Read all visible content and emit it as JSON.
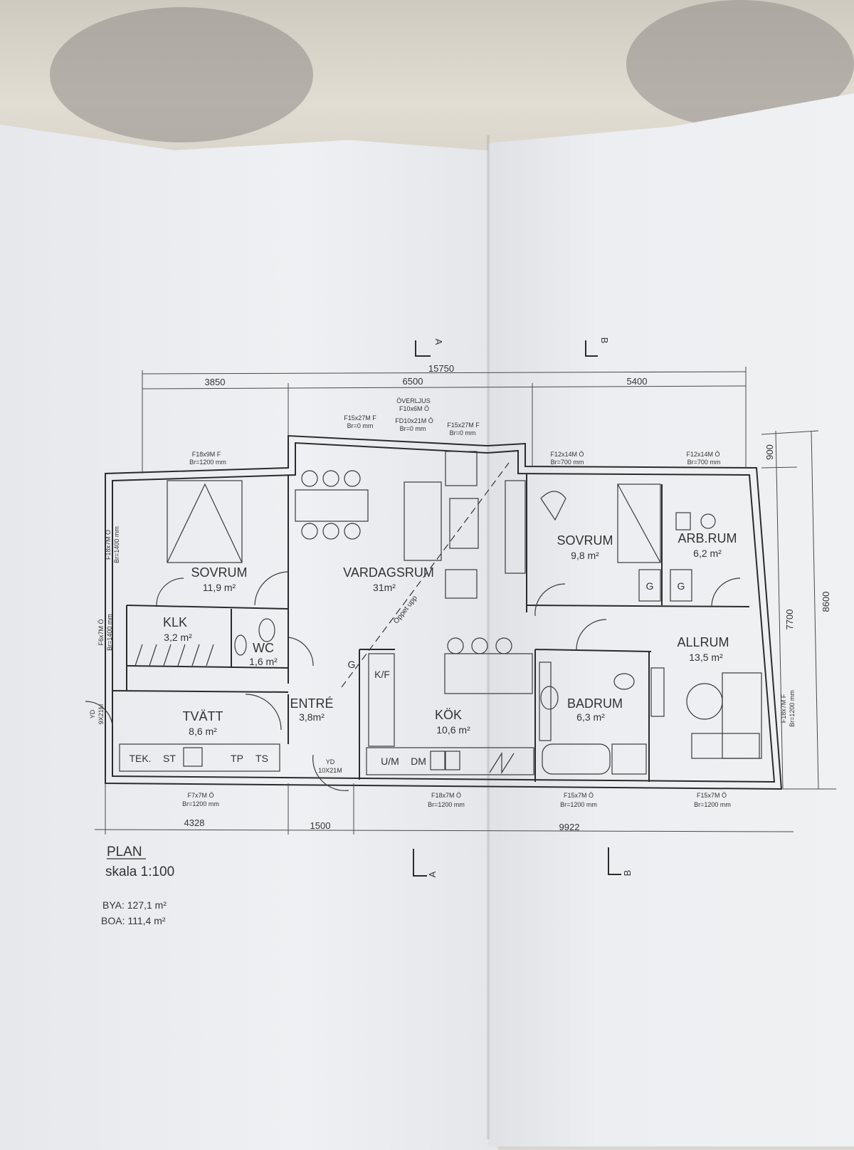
{
  "plan": {
    "title": "PLAN",
    "scale": "skala 1:100",
    "bya": "BYA: 127,1 m²",
    "boa": "BOA: 111,4 m²"
  },
  "rooms": {
    "sovrum1": {
      "name": "SOVRUM",
      "area": "11,9 m²"
    },
    "vardagsrum": {
      "name": "VARDAGSRUM",
      "area": "31m²"
    },
    "sovrum2": {
      "name": "SOVRUM",
      "area": "9,8 m²"
    },
    "arbrum": {
      "name": "ARB.RUM",
      "area": "6,2 m²"
    },
    "klk": {
      "name": "KLK",
      "area": "3,2 m²"
    },
    "wc": {
      "name": "WC",
      "area": "1,6 m²"
    },
    "allrum": {
      "name": "ALLRUM",
      "area": "13,5 m²"
    },
    "tvatt": {
      "name": "TVÄTT",
      "area": "8,6 m²"
    },
    "entre": {
      "name": "ENTRÉ",
      "area": "3,8m²"
    },
    "kok": {
      "name": "KÖK",
      "area": "10,6 m²"
    },
    "badrum": {
      "name": "BADRUM",
      "area": "6,3 m²"
    }
  },
  "dimensions": {
    "total_width": "15750",
    "top_left": "3850",
    "top_mid": "6500",
    "top_right": "5400",
    "bottom_left": "4328",
    "bottom_mid": "1500",
    "bottom_right": "9922",
    "right_top": "900",
    "right_mid": "7700",
    "right_total": "8600"
  },
  "windows": {
    "w_f18x9m": {
      "code": "F18x9M F",
      "br": "Br=1200 mm"
    },
    "w_f15x27m_a": {
      "code": "F15x27M F",
      "br": "Br=0 mm"
    },
    "w_overljus": {
      "code": "ÖVERLJUS",
      "sub": "F10x6M Ö"
    },
    "w_fd10x21m": {
      "code": "FD10x21M Ö",
      "br": "Br=0 mm"
    },
    "w_f15x27m_b": {
      "code": "F15x27M F",
      "br": "Br=0 mm"
    },
    "w_f12x14m_a": {
      "code": "F12x14M Ö",
      "br": "Br=700 mm"
    },
    "w_f12x14m_b": {
      "code": "F12x14M Ö",
      "br": "Br=700 mm"
    },
    "w_f18x7m_left": {
      "code": "F18x7M Ö",
      "br": "Br=1400 mm"
    },
    "w_f6x7m": {
      "code": "F6x7M Ö",
      "br": "Br=1400 mm"
    },
    "w_yd9x21m": {
      "code": "YD",
      "sub": "9X21M"
    },
    "w_f7x7m": {
      "code": "F7x7M Ö",
      "br": "Br=1200 mm"
    },
    "w_yd10x21m": {
      "code": "YD",
      "sub": "10X21M"
    },
    "w_f18x7m_bottom": {
      "code": "F18x7M Ö",
      "br": "Br=1200 mm"
    },
    "w_f15x7m_a": {
      "code": "F15x7M Ö",
      "br": "Br=1200 mm"
    },
    "w_f15x7m_b": {
      "code": "F15x7M Ö",
      "br": "Br=1200 mm"
    },
    "w_f18x7m_right": {
      "code": "F18x7M F",
      "br": "Br=1200 mm"
    }
  },
  "fixtures": {
    "tek": "TEK.",
    "st": "ST",
    "tp": "TP",
    "ts": "TS",
    "um": "U/M",
    "dm": "DM",
    "kf": "K/F",
    "g_entre": "G",
    "g1": "G",
    "g2": "G",
    "oppet_upp": "Öppet upp"
  },
  "section_marks": {
    "a": "A",
    "b": "B"
  }
}
